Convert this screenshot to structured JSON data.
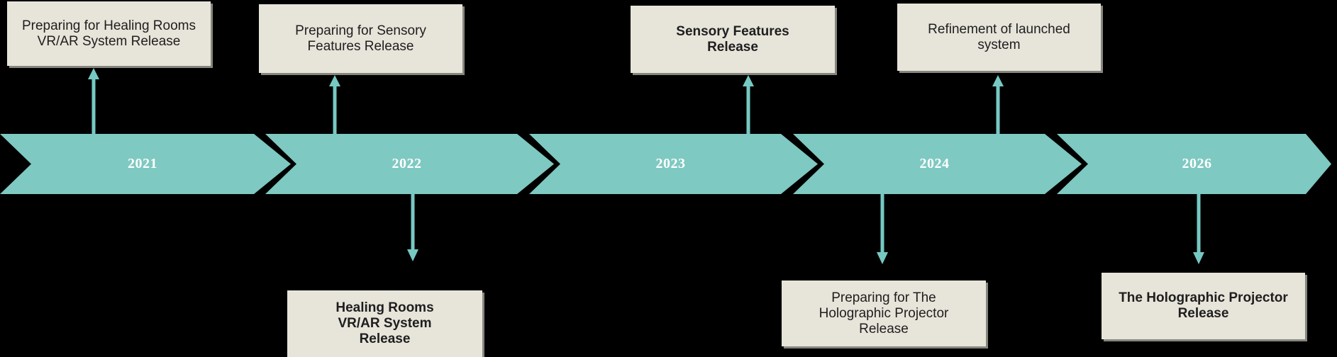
{
  "canvas": {
    "background": "#000000"
  },
  "palette": {
    "chevron_fill": "#7ec9c1",
    "arrow_fill": "#76c9c3",
    "box_fill": "#e7e4da",
    "box_edge": "#87867e",
    "box_text": "#1e1e1e",
    "year_text": "#ffffff"
  },
  "timeline": {
    "kind": "chevron-process-timeline",
    "years": [
      {
        "label": "2021"
      },
      {
        "label": "2022"
      },
      {
        "label": "2023"
      },
      {
        "label": "2024"
      },
      {
        "label": "2026"
      }
    ]
  },
  "boxes": {
    "top": [
      {
        "year": "2021",
        "bold": false,
        "lines": [
          "Preparing for Healing Rooms",
          "VR/AR System Release"
        ]
      },
      {
        "year": "2022",
        "bold": false,
        "lines": [
          "Preparing for Sensory",
          "Features Release"
        ]
      },
      {
        "year": "2023",
        "bold": true,
        "lines": [
          "Sensory Features",
          "Release"
        ]
      },
      {
        "year": "2024",
        "bold": false,
        "lines": [
          "Refinement of launched",
          "system"
        ]
      }
    ],
    "bottom": [
      {
        "year": "2022",
        "bold": true,
        "lines": [
          "Healing Rooms",
          "VR/AR System",
          "Release"
        ]
      },
      {
        "year": "2024",
        "bold": false,
        "lines": [
          "Preparing for The",
          "Holographic Projector",
          "Release"
        ]
      },
      {
        "year": "2026",
        "bold": true,
        "lines": [
          "The Holographic Projector",
          "Release"
        ]
      }
    ]
  }
}
